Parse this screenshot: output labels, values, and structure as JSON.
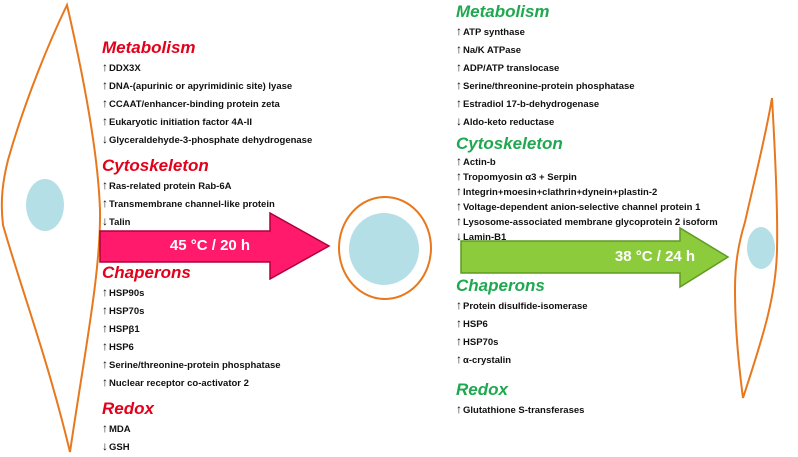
{
  "colors": {
    "cell_outline": "#e8781e",
    "nucleus": "#b4dfe6",
    "heat_arrow": "#ff1a6b",
    "recovery_arrow": "#8ccc3c",
    "heat_title": "#e3001b",
    "recovery_title": "#1fa84f"
  },
  "heat_arrow_label": "45 °C / 20 h",
  "recovery_arrow_label": "38 °C / 24 h",
  "left": {
    "metabolism": {
      "title": "Metabolism",
      "items": [
        {
          "dir": "↑",
          "text": "DDX3X"
        },
        {
          "dir": "↑",
          "text": "DNA-(apurinic or apyrimidinic site) lyase"
        },
        {
          "dir": "↑",
          "text": "CCAAT/enhancer-binding protein zeta"
        },
        {
          "dir": "↑",
          "text": "Eukaryotic initiation factor 4A-II"
        },
        {
          "dir": "↓",
          "text": "Glyceraldehyde-3-phosphate dehydrogenase"
        }
      ]
    },
    "cytoskeleton": {
      "title": "Cytoskeleton",
      "items": [
        {
          "dir": "↑",
          "text": "Ras-related protein Rab-6A"
        },
        {
          "dir": "↑",
          "text": "Transmembrane channel-like protein"
        },
        {
          "dir": "↓",
          "text": "Talin"
        }
      ]
    },
    "chaperons": {
      "title": "Chaperons",
      "items": [
        {
          "dir": "↑",
          "text": "HSP90s"
        },
        {
          "dir": "↑",
          "text": "HSP70s"
        },
        {
          "dir": "↑",
          "text": "HSPβ1"
        },
        {
          "dir": "↑",
          "text": "HSP6"
        },
        {
          "dir": "↑",
          "text": "Serine/threonine-protein phosphatase"
        },
        {
          "dir": "↑",
          "text": "Nuclear receptor co-activator 2"
        }
      ]
    },
    "redox": {
      "title": "Redox",
      "items": [
        {
          "dir": "↑",
          "text": "MDA"
        },
        {
          "dir": "↓",
          "text": "GSH"
        }
      ]
    }
  },
  "right": {
    "metabolism": {
      "title": "Metabolism",
      "items": [
        {
          "dir": "↑",
          "text": "ATP synthase"
        },
        {
          "dir": "↑",
          "text": "Na/K ATPase"
        },
        {
          "dir": "↑",
          "text": "ADP/ATP translocase"
        },
        {
          "dir": "↑",
          "text": "Serine/threonine-protein phosphatase"
        },
        {
          "dir": "↑",
          "text": "Estradiol 17-b-dehydrogenase"
        },
        {
          "dir": "↓",
          "text": "Aldo-keto reductase"
        }
      ]
    },
    "cytoskeleton": {
      "title": "Cytoskeleton",
      "items": [
        {
          "dir": "↑",
          "text": "Actin-b"
        },
        {
          "dir": "↑",
          "text": "Tropomyosin α3 + Serpin"
        },
        {
          "dir": "↑",
          "text": "Integrin+moesin+clathrin+dynein+plastin-2"
        },
        {
          "dir": "↑",
          "text": "Voltage-dependent anion-selective channel protein 1"
        },
        {
          "dir": "↑",
          "text": "Lysosome-associated membrane glycoprotein 2 isoform"
        },
        {
          "dir": "↓",
          "text": "Lamin-B1"
        }
      ]
    },
    "chaperons": {
      "title": "Chaperons",
      "items": [
        {
          "dir": "↑",
          "text": "Protein disulfide-isomerase"
        },
        {
          "dir": "↑",
          "text": "HSP6"
        },
        {
          "dir": "↑",
          "text": "HSP70s"
        },
        {
          "dir": "↑",
          "text": "α-crystalin"
        }
      ]
    },
    "redox": {
      "title": "Redox",
      "items": [
        {
          "dir": "↑",
          "text": "Glutathione S-transferases"
        }
      ]
    }
  }
}
